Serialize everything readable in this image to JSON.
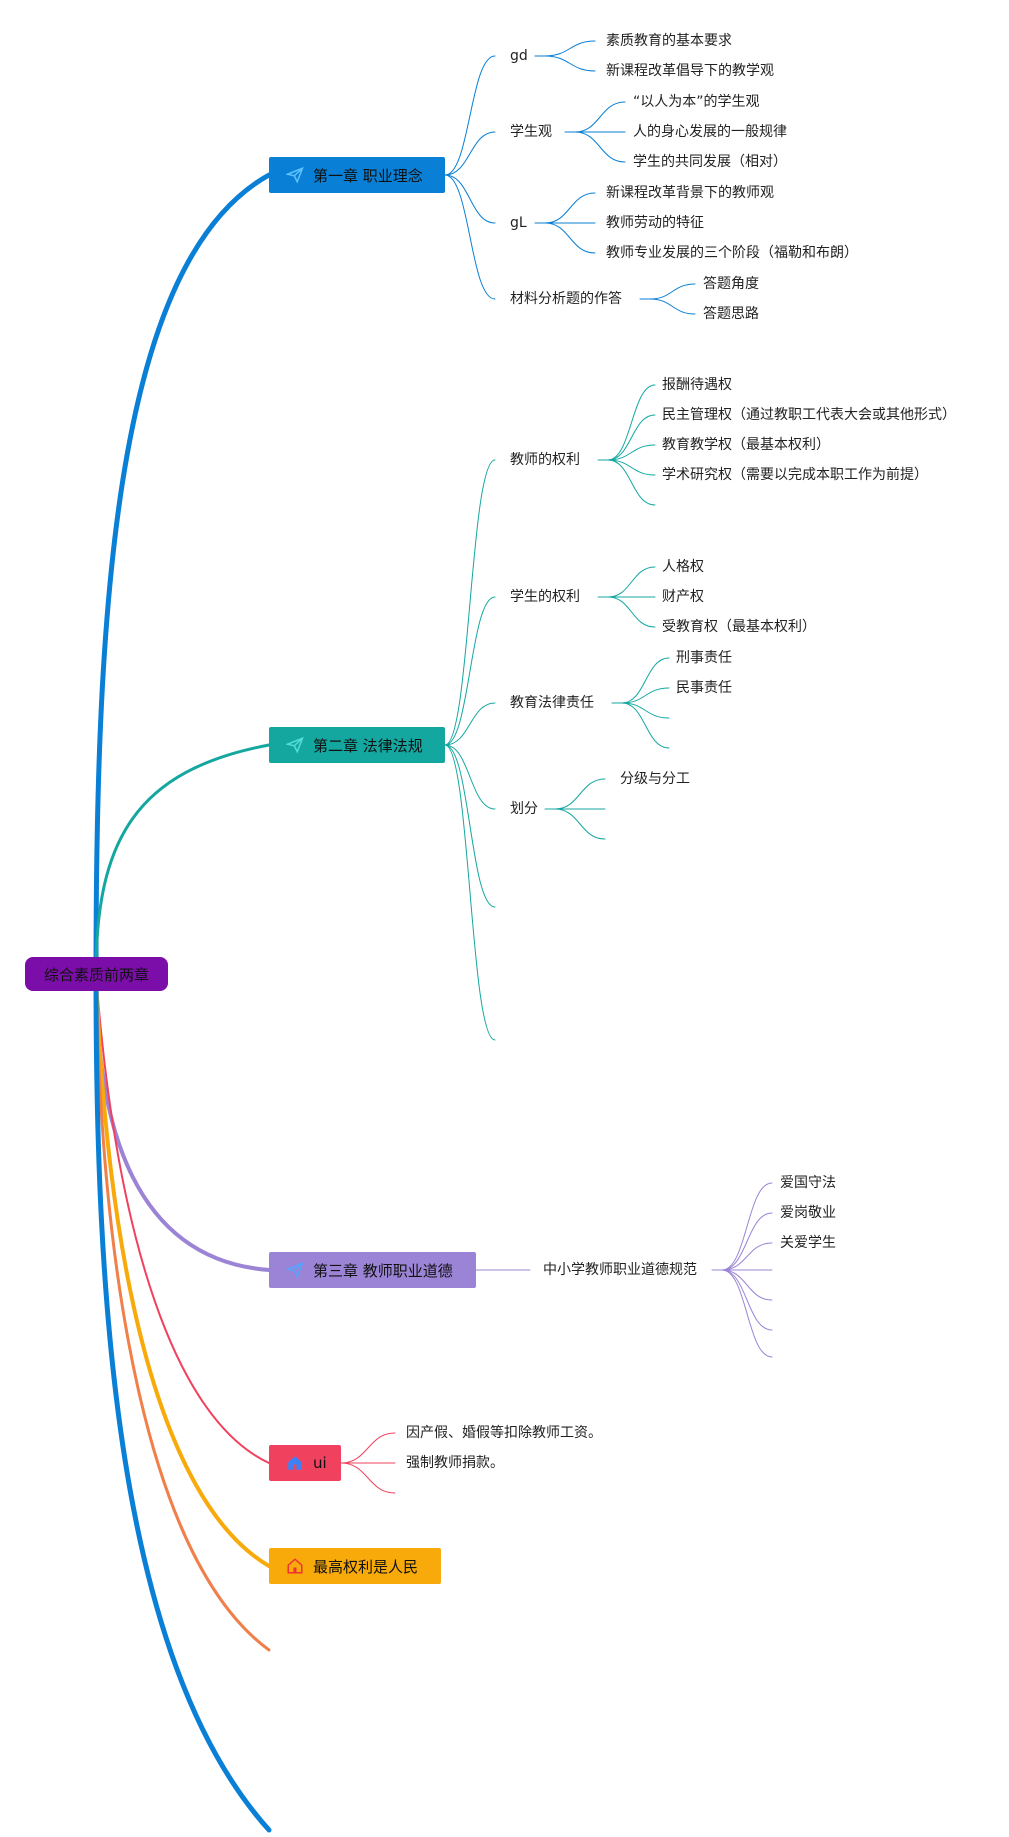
{
  "root": {
    "label": "综合素质前两章",
    "color": "#7b0ea8"
  },
  "colors": {
    "ch1": "#0a7fd6",
    "ch2": "#14a7a0",
    "ch3": "#9b84d6",
    "ui": "#f0415e",
    "top": "#f7aa0a",
    "extra_orange": "#f07f4a"
  },
  "icons": {
    "ch1": "paper-plane-icon",
    "ch2": "paper-plane-icon",
    "ch3": "paper-plane-icon",
    "ui": "house-icon",
    "top": "house-icon"
  },
  "ch1": {
    "label": "第一章 职业理念",
    "groups": [
      {
        "label": "gd",
        "items": [
          "素质教育的基本要求",
          "新课程改革倡导下的教学观"
        ]
      },
      {
        "label": "学生观",
        "items": [
          "“以人为本”的学生观",
          "人的身心发展的一般规律",
          "学生的共同发展（相对）"
        ]
      },
      {
        "label": "gL",
        "items": [
          "新课程改革背景下的教师观",
          "教师劳动的特征",
          "教师专业发展的三个阶段（福勒和布朗）"
        ]
      },
      {
        "label": "材料分析题的作答",
        "items": [
          "答题角度",
          "答题思路"
        ]
      }
    ]
  },
  "ch2": {
    "label": "第二章 法律法规",
    "groups": [
      {
        "label": "教师的权利",
        "items": [
          "报酬待遇权",
          "民主管理权（通过教职工代表大会或其他形式）",
          "教育教学权（最基本权利）",
          "学术研究权（需要以完成本职工作为前提）"
        ]
      },
      {
        "label": "学生的权利",
        "items": [
          "人格权",
          "财产权",
          "受教育权（最基本权利）"
        ]
      },
      {
        "label": "教育法律责任",
        "items": [
          "刑事责任",
          "民事责任"
        ]
      },
      {
        "label": "划分",
        "items": [
          "分级与分工"
        ]
      }
    ]
  },
  "ch3": {
    "label": "第三章 教师职业道德",
    "group": {
      "label": "中小学教师职业道德规范",
      "items": [
        "爱国守法",
        "爱岗敬业",
        "关爱学生"
      ]
    }
  },
  "ui": {
    "label": "ui",
    "items": [
      "因产假、婚假等扣除教师工资。",
      "强制教师捐款。"
    ]
  },
  "top": {
    "label": "最高权利是人民"
  }
}
